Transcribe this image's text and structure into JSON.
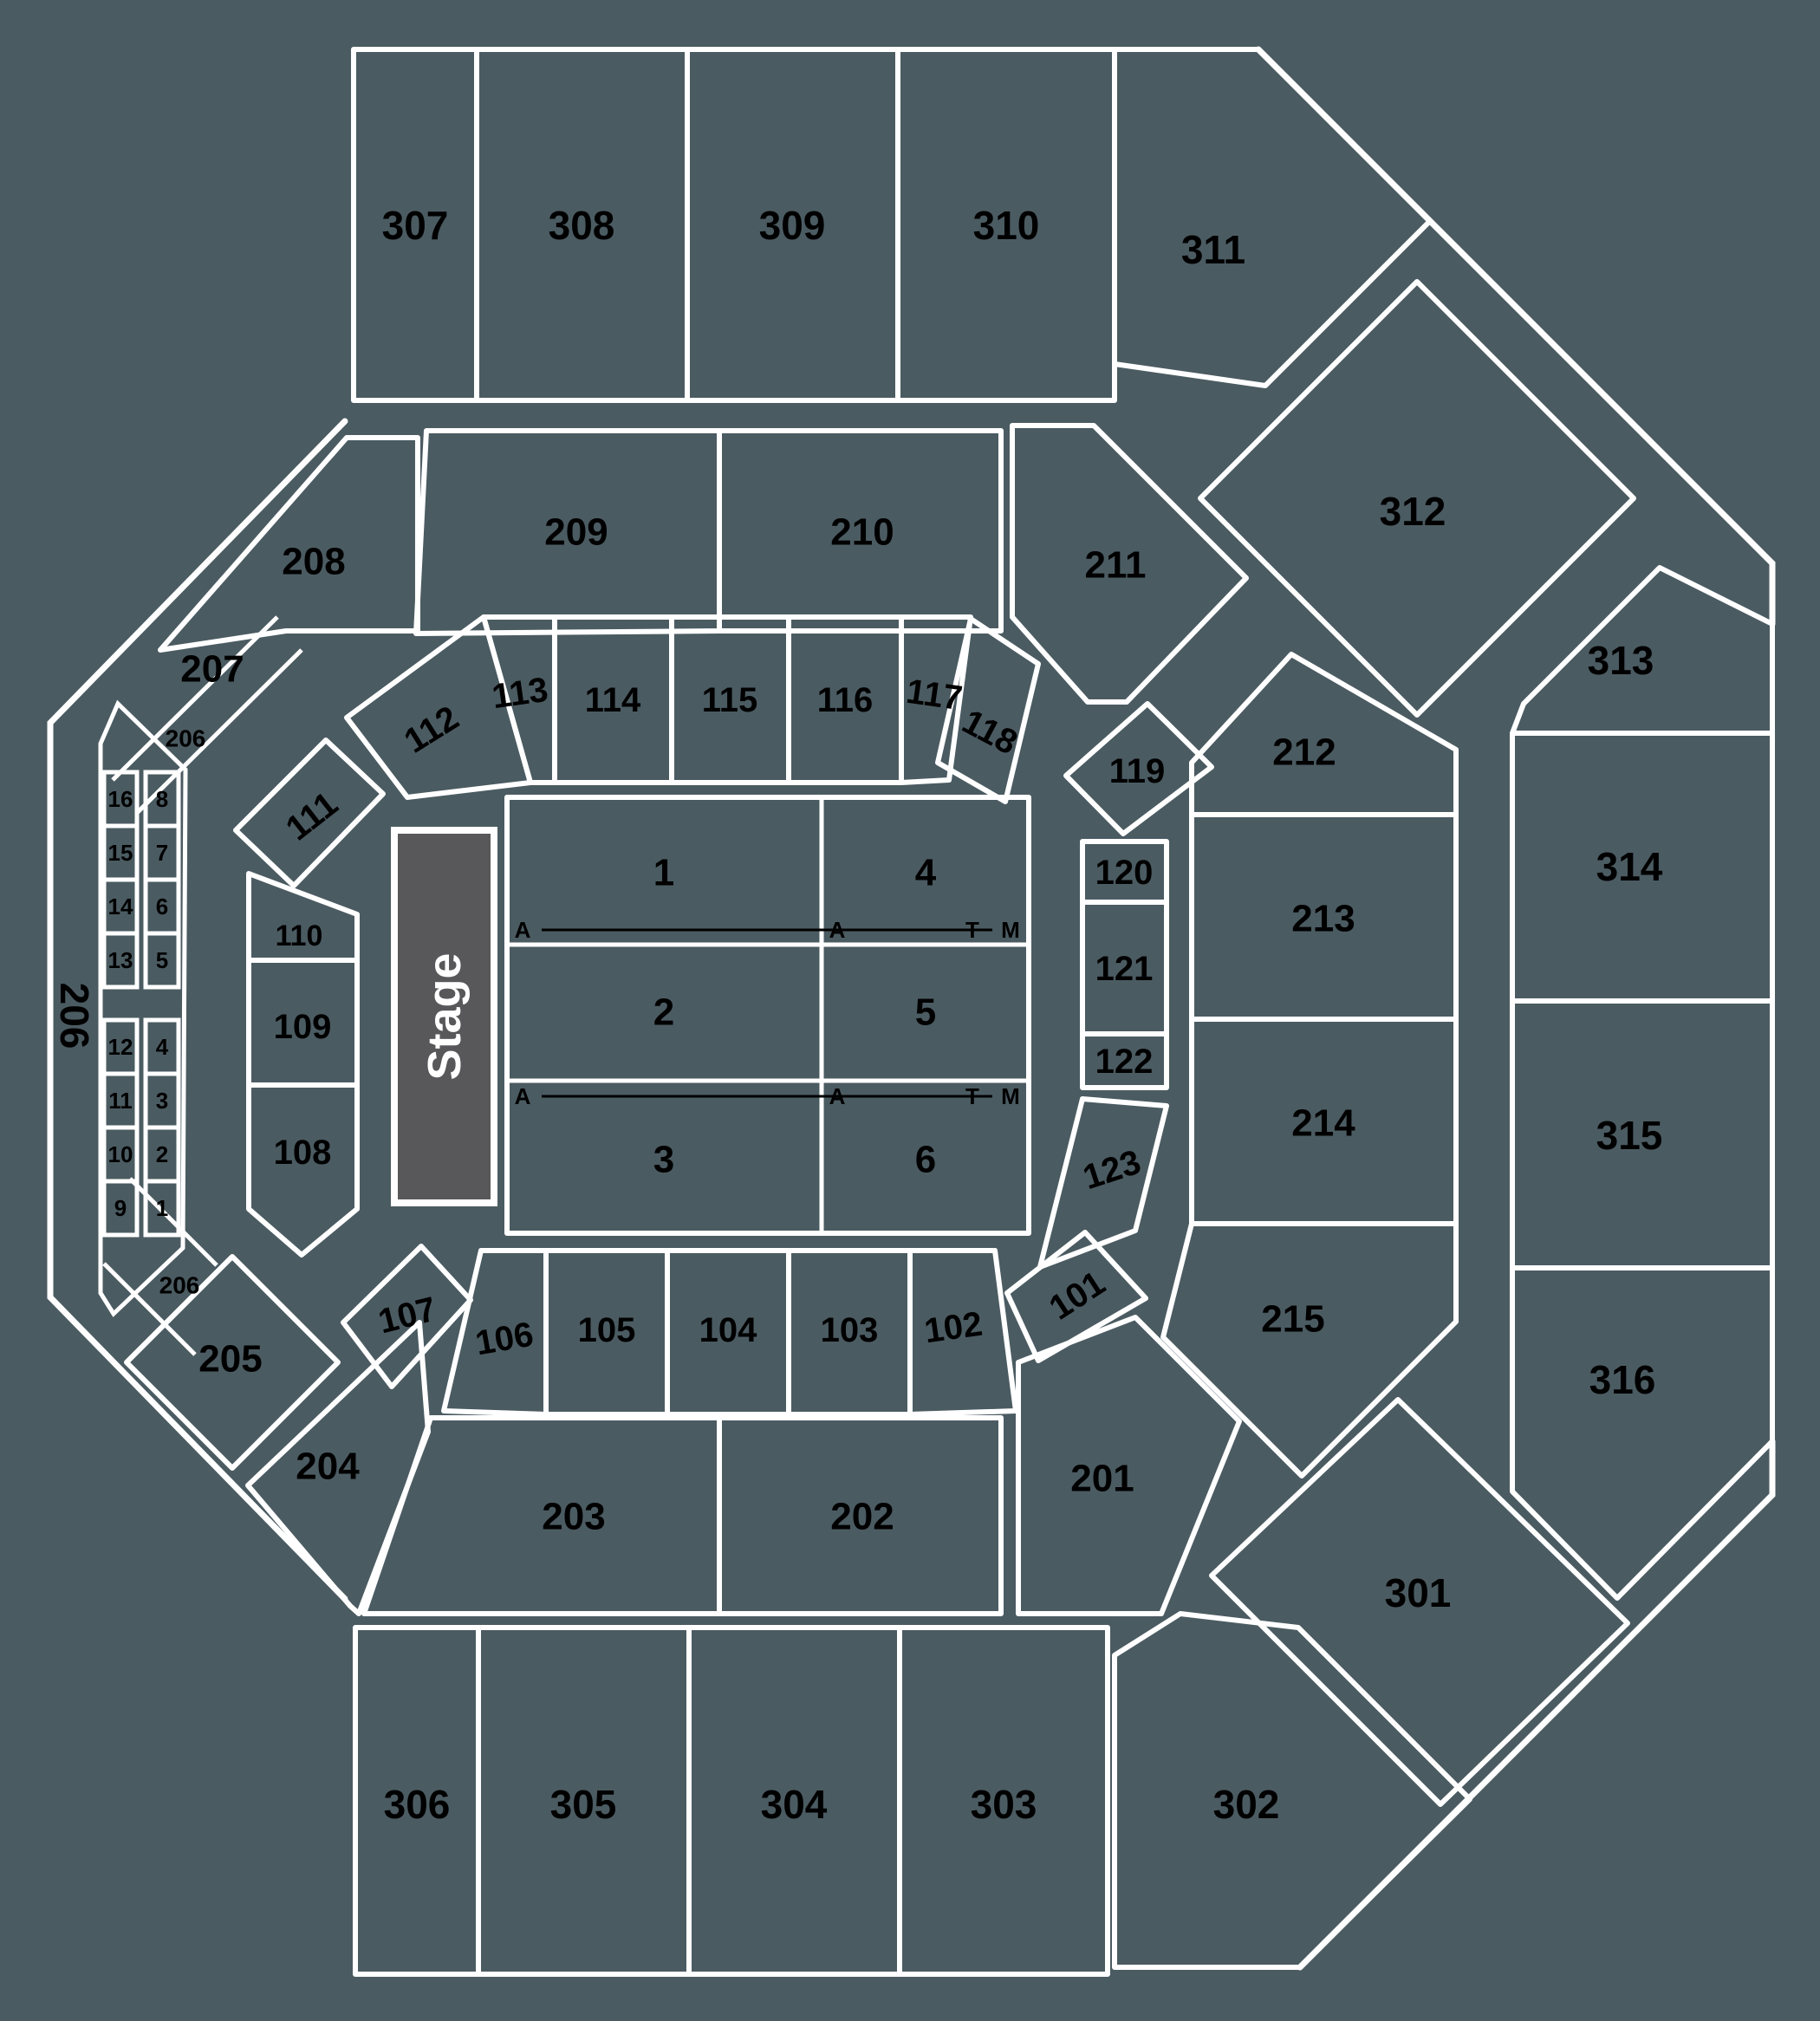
{
  "stage": {
    "label": "Stage"
  },
  "floor": {
    "row_markers": {
      "left_start": "A",
      "left_end": "T",
      "right_start": "A",
      "right_end": "M"
    }
  },
  "labels": {
    "f1": "1",
    "f2": "2",
    "f3": "3",
    "f4": "4",
    "f5": "5",
    "f6": "6",
    "s101": "101",
    "s102": "102",
    "s103": "103",
    "s104": "104",
    "s105": "105",
    "s106": "106",
    "s107": "107",
    "s108": "108",
    "s109": "109",
    "s110": "110",
    "s111": "111",
    "s112": "112",
    "s113": "113",
    "s114": "114",
    "s115": "115",
    "s116": "116",
    "s117": "117",
    "s118": "118",
    "s119": "119",
    "s120": "120",
    "s121": "121",
    "s122": "122",
    "s123": "123",
    "s201": "201",
    "s202": "202",
    "s203": "203",
    "s204": "204",
    "s205": "205",
    "s206": "206",
    "s206_top": "206",
    "s206_bottom": "206",
    "s207": "207",
    "s208": "208",
    "s209": "209",
    "s210": "210",
    "s211": "211",
    "s212": "212",
    "s213": "213",
    "s214": "214",
    "s215": "215",
    "s301": "301",
    "s302": "302",
    "s303": "303",
    "s304": "304",
    "s305": "305",
    "s306": "306",
    "s307": "307",
    "s308": "308",
    "s309": "309",
    "s310": "310",
    "s311": "311",
    "s312": "312",
    "s313": "313",
    "s314": "314",
    "s315": "315",
    "s316": "316"
  },
  "seat_boxes": {
    "top_left": [
      "16",
      "15",
      "14",
      "13"
    ],
    "top_right": [
      "8",
      "7",
      "6",
      "5"
    ],
    "bottom_left": [
      "12",
      "11",
      "10",
      "9"
    ],
    "bottom_right": [
      "4",
      "3",
      "2",
      "1"
    ]
  },
  "colors": {
    "background": "#4B5B62",
    "stage_fill": "#58585A",
    "line": "#FFFFFF",
    "label": "#000000"
  }
}
